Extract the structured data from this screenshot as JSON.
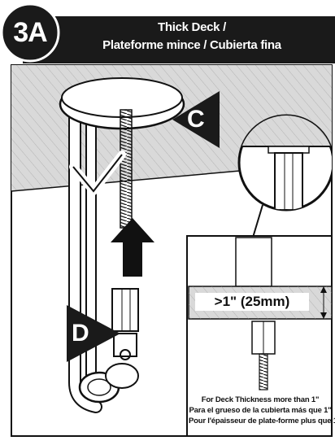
{
  "step": {
    "number": "3A"
  },
  "header": {
    "title_line1": "Thick Deck /",
    "title_line2": "Plateforme mince / Cubierta fina"
  },
  "callouts": {
    "c": "C",
    "d": "D"
  },
  "inset": {
    "measurement": ">1\" (25mm)",
    "notes": [
      "For Deck Thickness more than 1\"",
      "Para el grueso de la cubierta más que 1\"",
      "Pour l'épaisseur de plate-forme plus que 1\""
    ]
  },
  "colors": {
    "ink": "#111111",
    "header_bg": "#1a1a1a",
    "paper": "#ffffff",
    "shade": "#d9d9d9"
  }
}
